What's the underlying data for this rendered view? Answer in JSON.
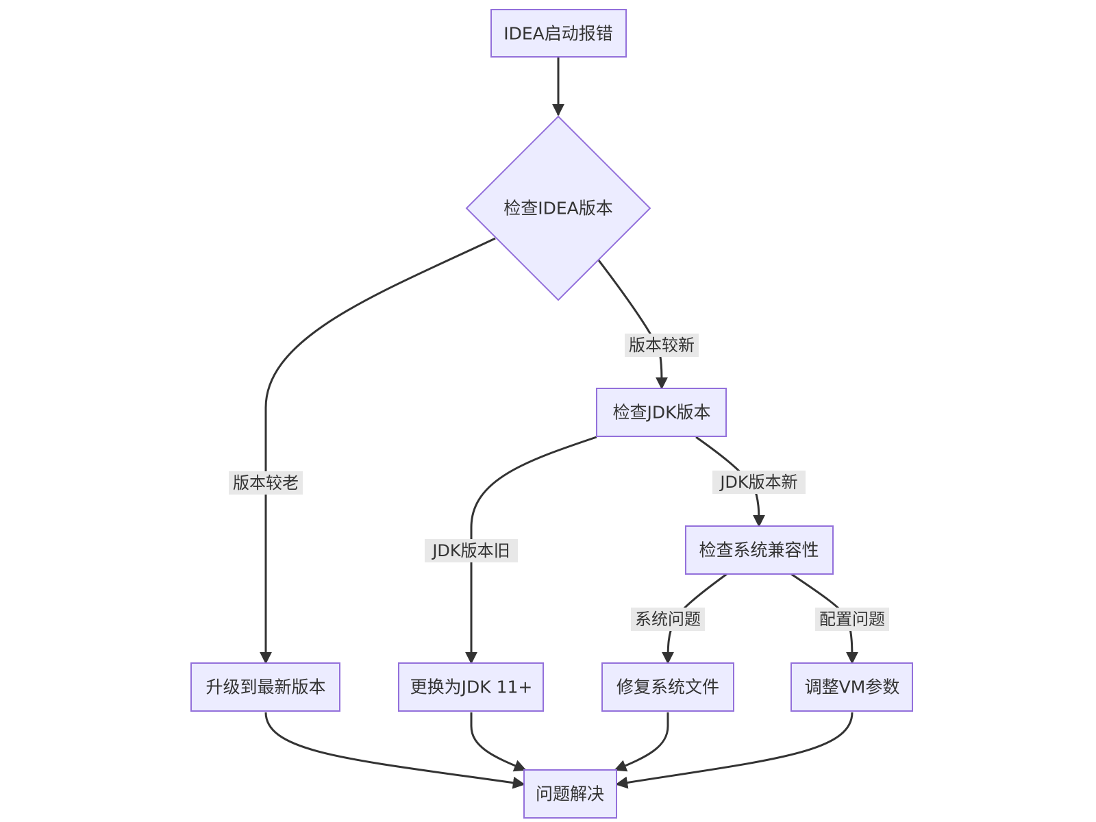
{
  "diagram": {
    "nodes": {
      "start": {
        "label": "IDEA启动报错"
      },
      "check_idea": {
        "label": "检查IDEA版本"
      },
      "check_jdk": {
        "label": "检查JDK版本"
      },
      "check_compat": {
        "label": "检查系统兼容性"
      },
      "upgrade": {
        "label": "升级到最新版本"
      },
      "change_jdk": {
        "label": "更换为JDK 11+"
      },
      "repair": {
        "label": "修复系统文件"
      },
      "adjust_vm": {
        "label": "调整VM参数"
      },
      "resolved": {
        "label": "问题解决"
      }
    },
    "edges": {
      "old": {
        "label": "版本较老"
      },
      "new": {
        "label": "版本较新"
      },
      "jdk_old": {
        "label": "JDK版本旧"
      },
      "jdk_new": {
        "label": "JDK版本新"
      },
      "sys_issue": {
        "label": "系统问题"
      },
      "cfg_issue": {
        "label": "配置问题"
      }
    }
  }
}
